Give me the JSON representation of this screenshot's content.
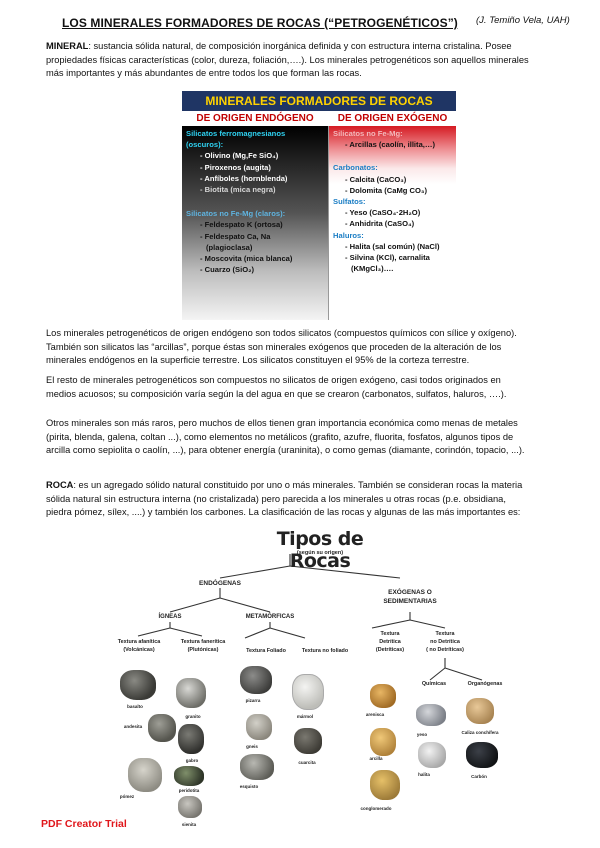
{
  "header": {
    "title": "LOS MINERALES FORMADORES DE ROCAS (“PETROGENÉTICOS”)",
    "author": "(J. Temiño Vela, UAH)"
  },
  "mineral_def": {
    "term": "MINERAL",
    "lines": [
      ": sustancia sólida natural, de composición inorgánica definida y con estructura interna cristalina. Posee",
      "propiedades físicas características (color, dureza, foliación,….). Los minerales petrogenéticos son aquellos minerales",
      "más importantes y más abundantes de entre todos los que forman las rocas."
    ]
  },
  "mineral_table": {
    "title": "MINERALES FORMADORES DE ROCAS",
    "left_header": "DE ORIGEN ENDÓGENO",
    "right_header": "DE ORIGEN EXÓGENO",
    "left": {
      "group1_title": "Silicatos ferromagnesianos",
      "group1_sub": "(oscuros):",
      "group1_items": [
        "Olivino (Mg,Fe SiO₄)",
        "Piroxenos (augita)",
        "Anfíboles (hornblenda)",
        "Biotita (mica negra)"
      ],
      "group2_title": "Silicatos no Fe-Mg (claros):",
      "group2_items": [
        "Feldespato K (ortosa)",
        "Feldespato Ca, Na",
        "(plagioclasa)",
        "Moscovita (mica blanca)",
        "Cuarzo (SiO₂)"
      ]
    },
    "right": {
      "g1_title": "Silicatos no Fe-Mg:",
      "g1_items": [
        "Arcillas (caolín, illita,…)"
      ],
      "g2_title": "Carbonatos:",
      "g2_items": [
        "Calcita (CaCO₃)",
        "Dolomita (CaMg CO₃)"
      ],
      "g3_title": "Sulfatos:",
      "g3_items": [
        "Yeso (CaSO₄·2H₂O)",
        "Anhidrita (CaSO₄)"
      ],
      "g4_title": "Haluros:",
      "g4_items": [
        "Halita (sal común) (NaCl)",
        "Silvina (KCl), carnalita",
        "(KMgCl₃)…."
      ]
    }
  },
  "paragraphs": {
    "p1": [
      "Los minerales petrogenéticos de origen endógeno son todos silicatos (compuestos químicos con sílice y oxígeno).",
      "También son silicatos las “arcillas”, porque éstas son minerales exógenos que proceden de la alteración de los",
      "minerales endógenos en la superficie terrestre. Los silicatos constituyen el 95% de la corteza terrestre."
    ],
    "p2": [
      "El resto de minerales petrogenéticos son compuestos  no silicatos de origen exógeno, casi todos originados en",
      "medios acuosos; su composición varía según la del agua en que se crearon (carbonatos, sulfatos, haluros, ….)."
    ],
    "p3": [
      "Otros minerales son más raros, pero muchos de ellos tienen gran importancia económica como menas de metales",
      "(pirita, blenda, galena, coltan ...), como elementos no metálicos (grafito, azufre, fluorita, fosfatos, algunos tipos de",
      "arcilla como sepiolita o caolín, ...), para obtener energía (uraninita), o como gemas (diamante, corindón, topacio, ...)."
    ],
    "roca_term": "ROCA",
    "p4": [
      ": es un agregado sólido natural constituido por uno o más minerales. También se consideran rocas la materia",
      "sólida natural sin estructura interna (no cristalizada) pero parecida a los minerales u otras rocas (p.e. obsidiana,",
      "piedra pómez, sílex, ....) y también los carbones. La clasificación de las rocas y algunas de las más importantes es:"
    ]
  },
  "diagram": {
    "title": "Tipos de Rocas",
    "subtitle": "(según su origen)",
    "endogenas": "ENDÓGENAS",
    "exogenas_1": "EXÓGENAS O",
    "exogenas_2": "SEDIMENTARIAS",
    "igneas": "ÍGNEAS",
    "metamorficas": "METAMÓRFICAS",
    "afanitica_1": "Textura afanítica",
    "afanitica_2": "(Volcánicas)",
    "faneritica_1": "Textura fanerítica",
    "faneritica_2": "(Plutónicas)",
    "foliado": "Textura Foliado",
    "no_foliado": "Textura no foliado",
    "detritica_1": "Textura",
    "detritica_2": "Detrítica",
    "detritica_3": "(Detríticas)",
    "nodet_1": "Textura",
    "nodet_2": "no Detrítica",
    "nodet_3": "( no Detríticas)",
    "quimicas": "Químicas",
    "organogenas": "Organógenas",
    "rocks": {
      "basalto": "basalto",
      "andesita": "andesita",
      "pomez": "pómez",
      "granito": "granito",
      "gabro": "gabro",
      "peridotita": "peridotita",
      "sienita": "sienita",
      "pizarra": "pizarra",
      "gneis": "gneis",
      "esquisto": "esquisto",
      "marmol": "mármol",
      "cuarcita": "cuarcita",
      "arenisca": "arenisca",
      "arcilla": "arcilla",
      "conglomerado": "conglomerado",
      "yeso": "yeso",
      "halita": "halita",
      "caliza": "Caliza conchífera",
      "carbon": "Carbón"
    }
  },
  "watermark": "PDF Creator Trial"
}
